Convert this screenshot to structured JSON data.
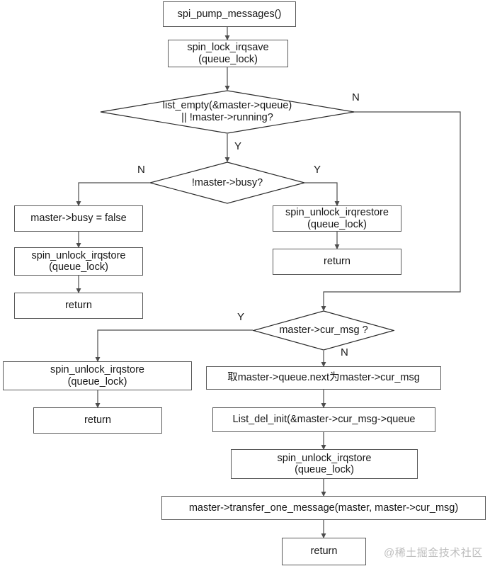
{
  "diagram": {
    "title": "spi_pump_messages flowchart",
    "colors": {
      "node_border": "#595959",
      "node_fill": "#ffffff",
      "connector": "#4d4d4d",
      "text": "#161616",
      "watermark": "#bdbdbd"
    },
    "watermark": "@稀土掘金技术社区",
    "nodes": [
      {
        "id": "start",
        "shape": "process",
        "text": "spi_pump_messages()"
      },
      {
        "id": "lock",
        "shape": "process",
        "text": "spin_lock_irqsave\n(queue_lock)"
      },
      {
        "id": "d_queue_empty",
        "shape": "decision",
        "text": "list_empty(&master->queue)\n|| !master->running?"
      },
      {
        "id": "d_not_busy",
        "shape": "decision",
        "text": "!master->busy?"
      },
      {
        "id": "busy_false",
        "shape": "process",
        "text": "master->busy = false"
      },
      {
        "id": "unlock_left",
        "shape": "process",
        "text": "spin_unlock_irqstore\n(queue_lock)"
      },
      {
        "id": "return_left",
        "shape": "process",
        "text": "return"
      },
      {
        "id": "unlock_restore",
        "shape": "process",
        "text": "spin_unlock_irqrestore\n(queue_lock)"
      },
      {
        "id": "return_right",
        "shape": "process",
        "text": "return"
      },
      {
        "id": "d_cur_msg",
        "shape": "decision",
        "text": "master->cur_msg ?"
      },
      {
        "id": "unlock_mid",
        "shape": "process",
        "text": "spin_unlock_irqstore\n(queue_lock)"
      },
      {
        "id": "return_mid",
        "shape": "process",
        "text": "return"
      },
      {
        "id": "take_next",
        "shape": "process",
        "text": "取master->queue.next为master->cur_msg"
      },
      {
        "id": "list_del_init",
        "shape": "process",
        "text": "List_del_init(&master->cur_msg->queue"
      },
      {
        "id": "unlock_bottom",
        "shape": "process",
        "text": "spin_unlock_irqstore\n(queue_lock)"
      },
      {
        "id": "transfer",
        "shape": "process",
        "text": "master->transfer_one_message(master, master->cur_msg)"
      },
      {
        "id": "return_bottom",
        "shape": "process",
        "text": "return"
      }
    ],
    "edge_labels": [
      {
        "id": "queue_empty_no",
        "text": "N"
      },
      {
        "id": "queue_empty_yes",
        "text": "Y"
      },
      {
        "id": "not_busy_no",
        "text": "N"
      },
      {
        "id": "not_busy_yes",
        "text": "Y"
      },
      {
        "id": "cur_msg_yes",
        "text": "Y"
      },
      {
        "id": "cur_msg_no",
        "text": "N"
      }
    ]
  }
}
